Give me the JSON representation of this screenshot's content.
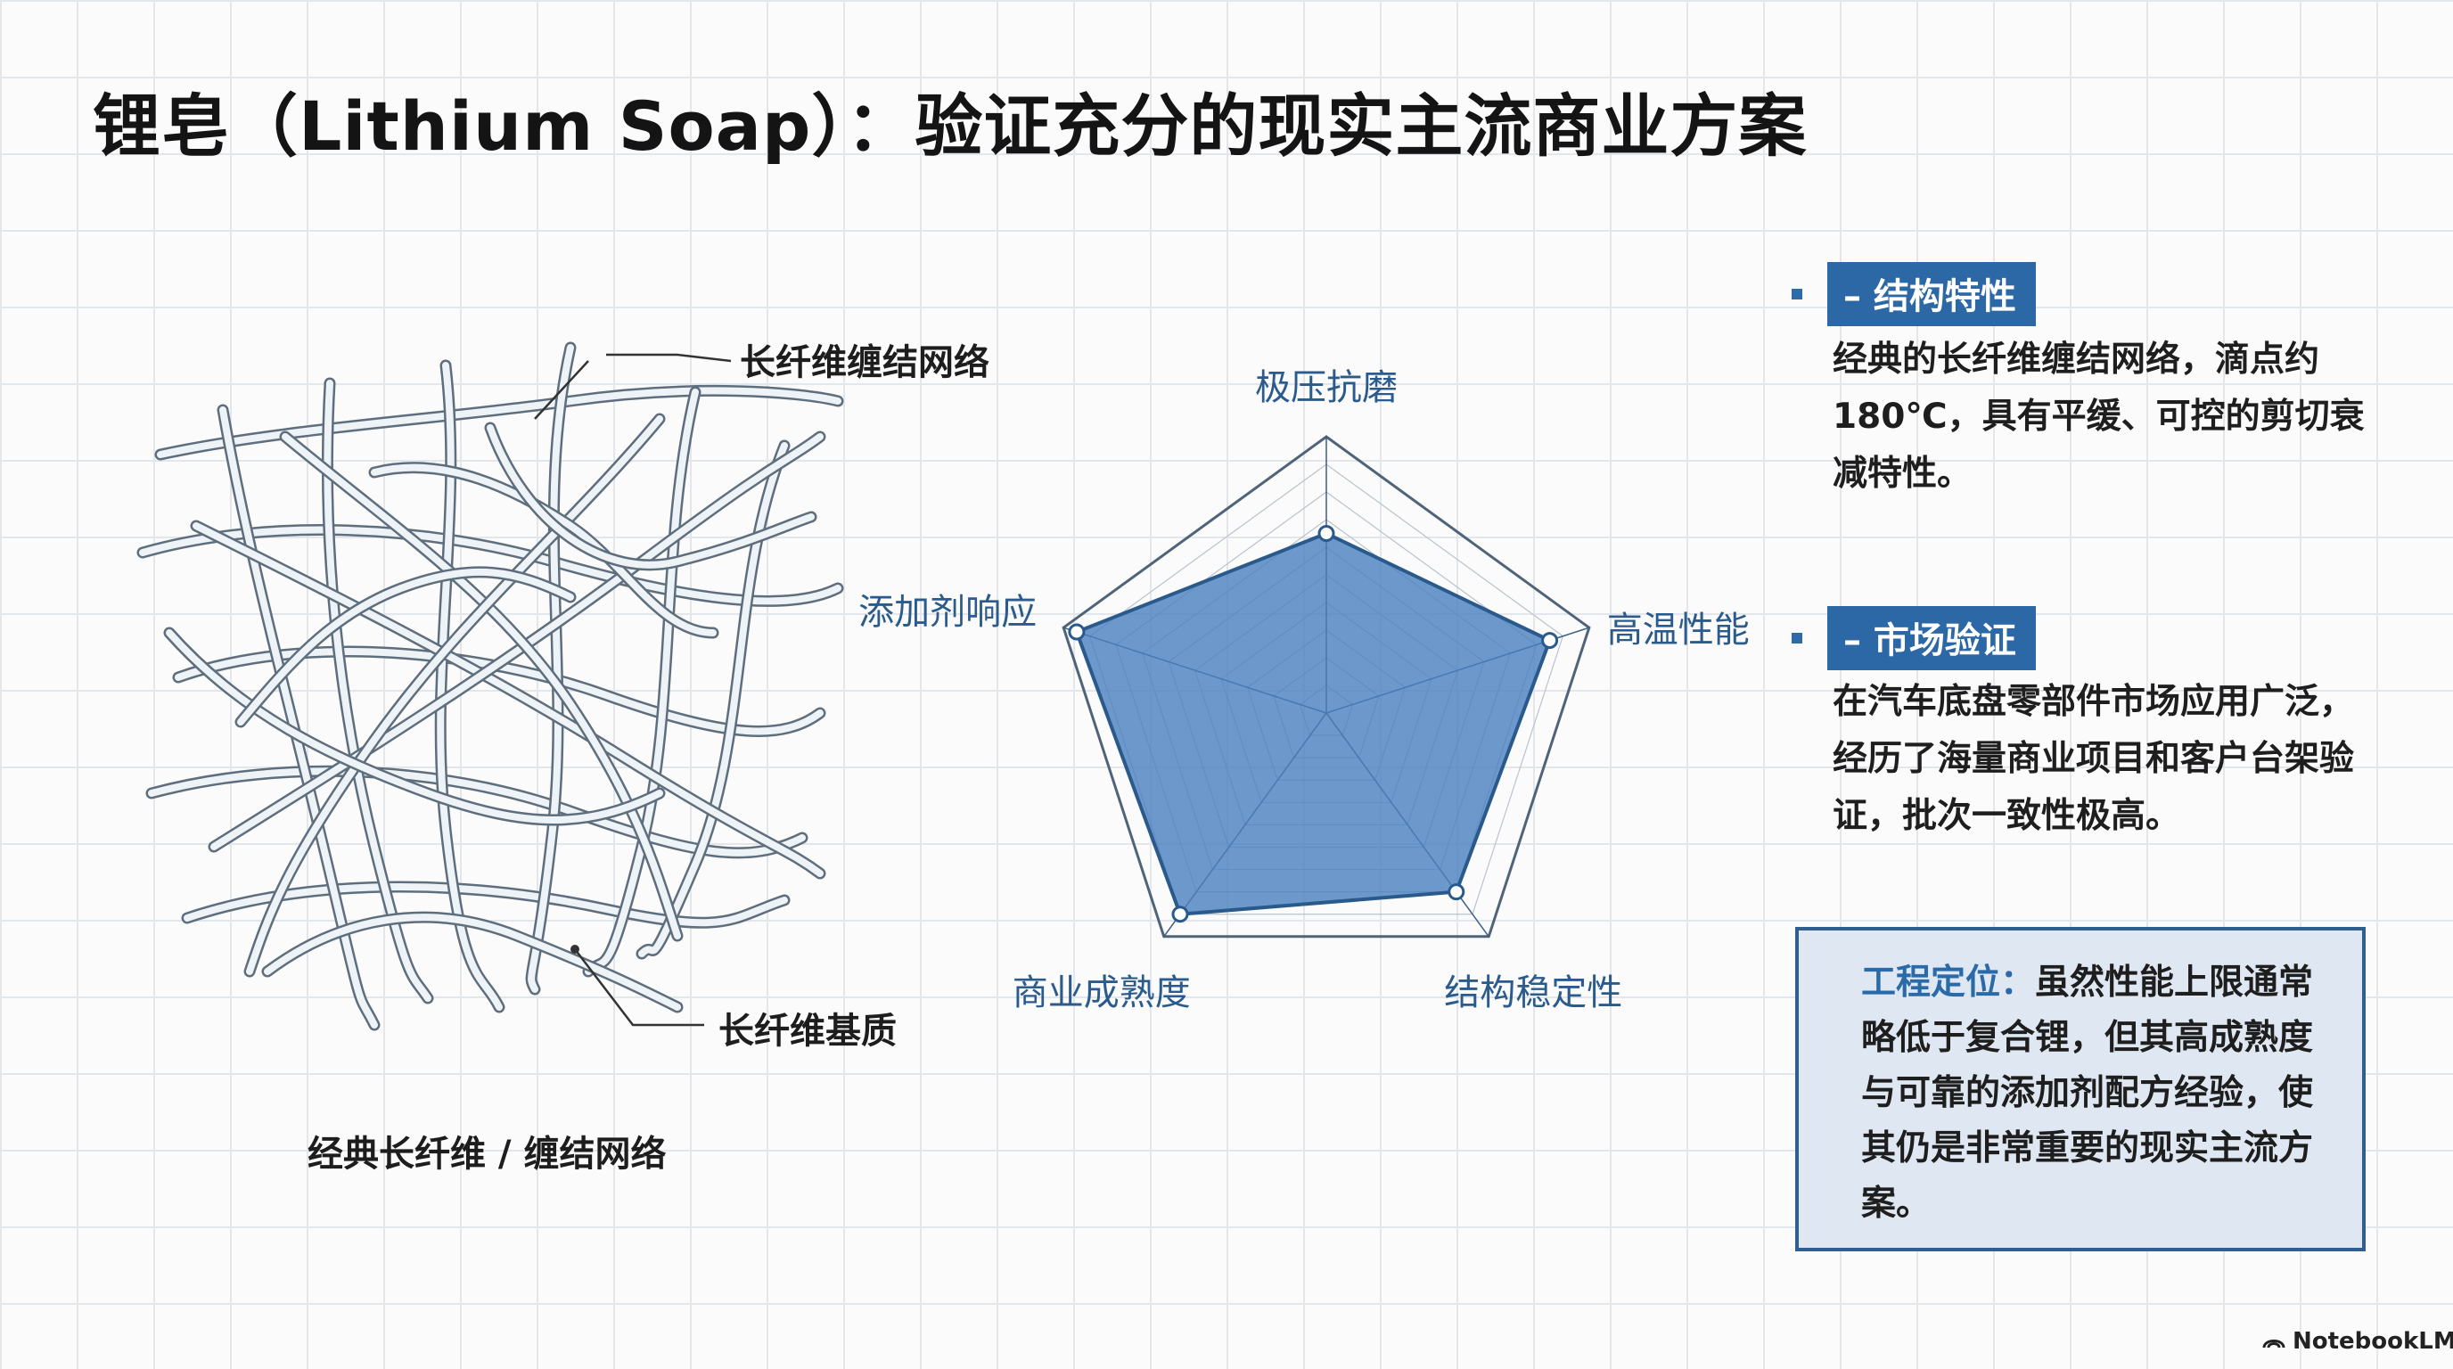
{
  "title": "锂皂（Lithium Soap）：验证充分的现实主流商业方案",
  "fiber_diagram": {
    "label_network": "长纤维缠结网络",
    "label_matrix": "长纤维基质",
    "caption": "经典长纤维 / 缠结网络",
    "colors": {
      "fiber_outline": "#5f6e7d",
      "fiber_fill": "#eef3f7",
      "leader_line": "#333333"
    }
  },
  "chart_data": {
    "type": "radar",
    "axes": [
      "极压抗磨",
      "高温性能",
      "结构稳定性",
      "商业成熟度",
      "添加剂响应"
    ],
    "series": [
      {
        "values": [
          0.65,
          0.85,
          0.8,
          0.9,
          0.95
        ]
      }
    ],
    "range": [
      0,
      1
    ],
    "colors": {
      "fill": "#4a80bf",
      "line": "#2a5a8c",
      "grid": "#b9c3cd"
    }
  },
  "sections": [
    {
      "tag": "– 结构特性",
      "text": "经典的长纤维缠结网络，滴点约180℃，具有平缓、可控的剪切衰减特性。"
    },
    {
      "tag": "– 市场验证",
      "text": "在汽车底盘零部件市场应用广泛，经历了海量商业项目和客户台架验证，批次一致性极高。"
    }
  ],
  "callout": {
    "label": "工程定位：",
    "text": "虽然性能上限通常略低于复合锂，但其高成熟度与可靠的添加剂配方经验，使其仍是非常重要的现实主流方案。"
  },
  "watermark": "NotebookLM",
  "icons": {
    "watermark_icon": "notebooklm-logo-icon",
    "bullet": "square-bullet-icon"
  },
  "colors": {
    "accent": "#2c68a5",
    "callout_bg": "#dfe8f2",
    "callout_border": "#2f5f8f"
  }
}
